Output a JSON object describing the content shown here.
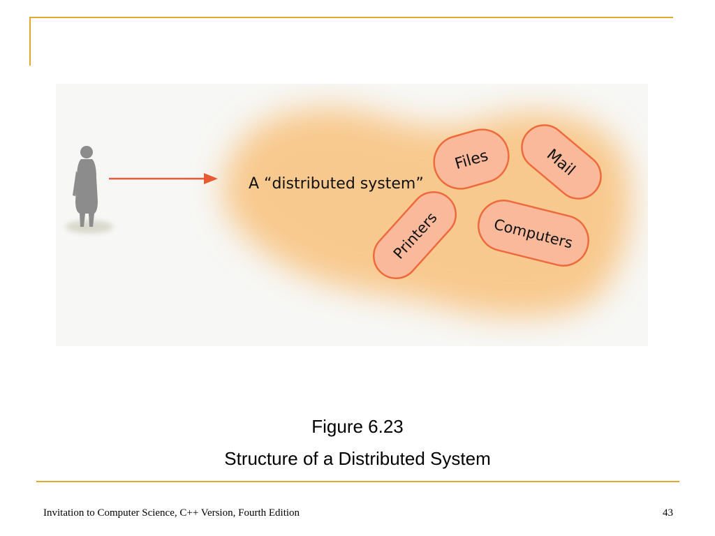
{
  "colors": {
    "accent_rule": "#E0A82E",
    "figure_bg": "#F7F7F5",
    "cloud": "#F8C98E",
    "pill_fill": "#F9B99A",
    "pill_stroke": "#EE6A3B",
    "arrow": "#E85A33",
    "person": "#8C8C8C",
    "person_shadow": "#D8D8CC",
    "label_text": "#111111"
  },
  "diagram": {
    "system_label": "A “distributed system”",
    "resources": [
      "Files",
      "Mail",
      "Printers",
      "Computers"
    ],
    "person_icon": "person-silhouette-icon",
    "arrow_icon": "arrow-right-icon"
  },
  "caption": {
    "figure_number": "Figure 6.23",
    "title": "Structure of a Distributed System"
  },
  "footer": {
    "book_title": "Invitation to Computer Science, C++ Version, Fourth Edition",
    "page_number": "43"
  }
}
